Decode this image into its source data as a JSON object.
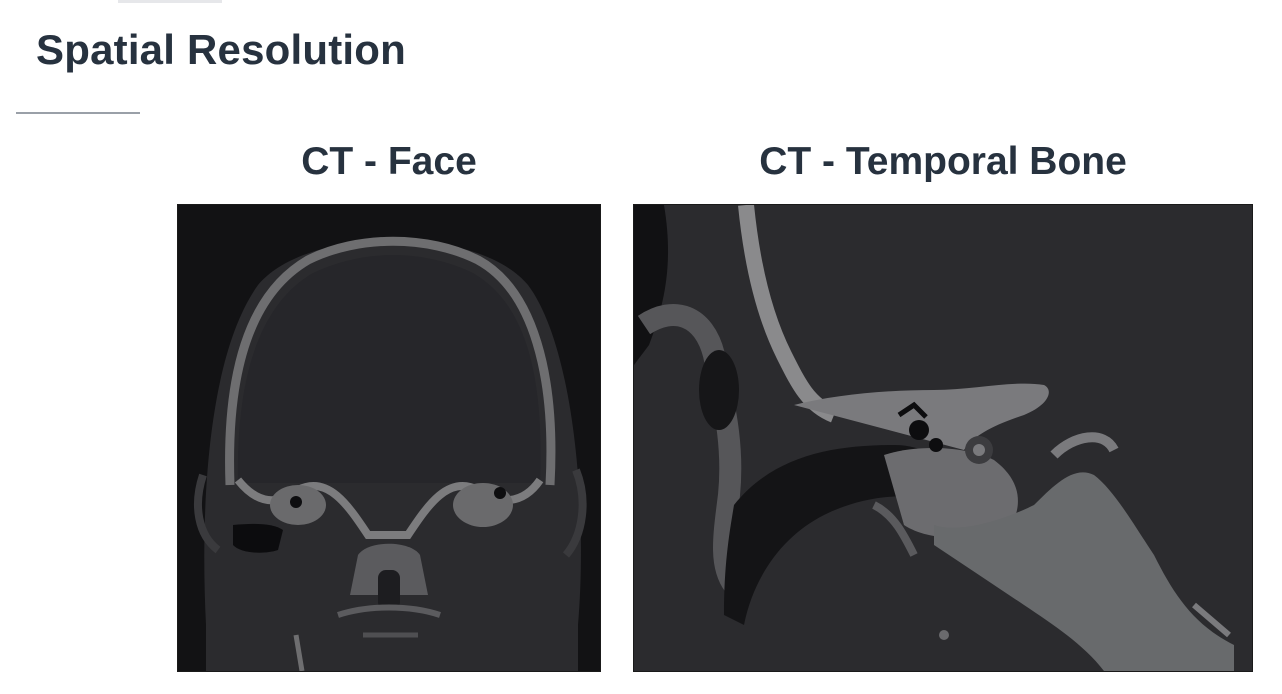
{
  "slide": {
    "title": "Spatial Resolution"
  },
  "panels": [
    {
      "caption": "CT - Face",
      "image": "coronal-ct-face-scan"
    },
    {
      "caption": "CT - Temporal Bone",
      "image": "coronal-ct-temporal-bone-scan"
    }
  ]
}
